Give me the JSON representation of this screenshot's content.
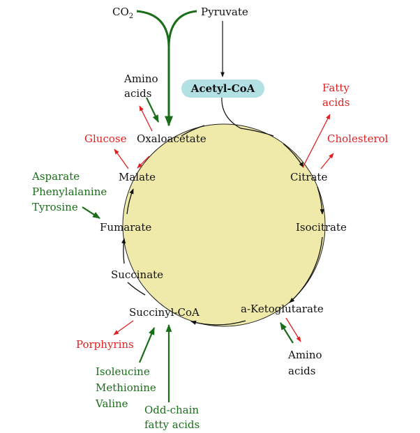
{
  "colors": {
    "cycle_fill": "#efeaaa",
    "acetyl_badge": "#b3e0e2",
    "output": "#e02020",
    "input": "#1a6e1a",
    "neutral": "#111111"
  },
  "labels": {
    "co2": "CO",
    "co2_sub": "2",
    "pyruvate": "Pyruvate",
    "acetyl_coa": "Acetyl-CoA",
    "oxaloacetate": "Oxaloacetate",
    "citrate": "Citrate",
    "isocitrate": "Isocitrate",
    "a_ketoglutarate": "a-Ketoglutarate",
    "succinyl_coa": "Succinyl-CoA",
    "succinate": "Succinate",
    "fumarate": "Fumarate",
    "malate": "Malate",
    "amino_top_1": "Amino",
    "amino_top_2": "acids",
    "glucose": "Glucose",
    "fatty_1": "Fatty",
    "fatty_2": "acids",
    "cholesterol": "Cholesterol",
    "asp": "Asparate",
    "phe": "Phenylalanine",
    "tyr": "Tyrosine",
    "amino_right_1": "Amino",
    "amino_right_2": "acids",
    "porphyrins": "Porphyrins",
    "ile": "Isoleucine",
    "met": "Methionine",
    "val": "Valine",
    "odd_1": "Odd-chain",
    "odd_2": "fatty acids"
  }
}
